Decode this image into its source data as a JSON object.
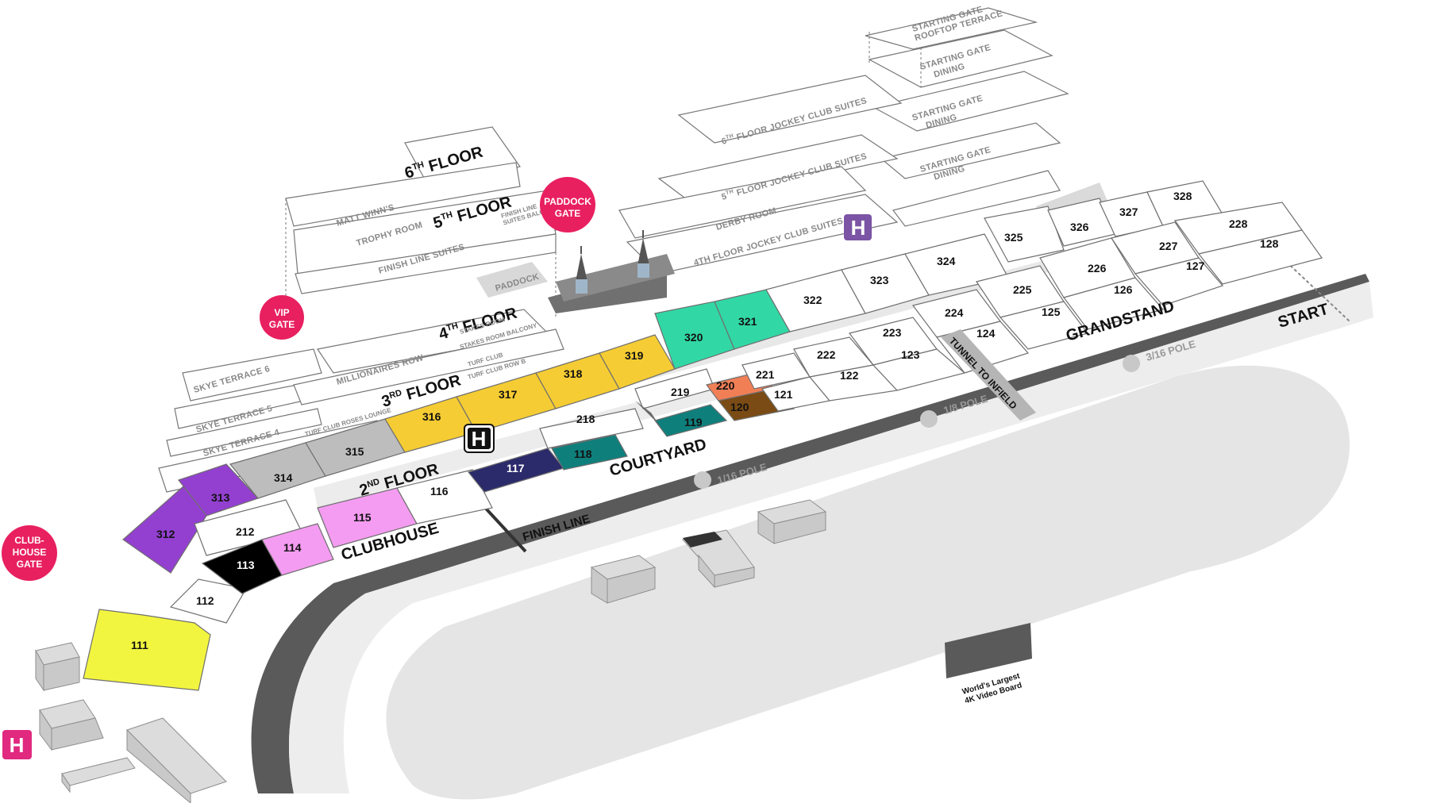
{
  "map": {
    "colors": {
      "yellow_bright": "#f2f53f",
      "gold": "#f5cc33",
      "purple": "#9340d0",
      "pink": "#f49cf1",
      "navy": "#2b2a6b",
      "teal": "#0f7f7c",
      "mint": "#31d8a5",
      "orange": "#f17f56",
      "brown": "#7a4b14",
      "gate_red": "#e8205f",
      "helipad_purple": "#7b54a5",
      "helipad_pink": "#e0297f",
      "gray_section": "#bdbdbd",
      "track": "#5a5a5a",
      "infield": "#e5e5e5"
    },
    "gates": {
      "vip": [
        "VIP",
        "GATE"
      ],
      "paddock": [
        "PADDOCK",
        "GATE"
      ],
      "clubhouse": [
        "CLUB-",
        "HOUSE",
        "GATE"
      ]
    },
    "area_labels": {
      "clubhouse": "CLUBHOUSE",
      "courtyard": "COURTYARD",
      "grandstand": "GRANDSTAND",
      "start": "START",
      "finish_line": "FINISH LINE",
      "tunnel": "TUNNEL TO INFIELD",
      "paddock": "PADDOCK",
      "video_board": [
        "World's Largest",
        "4K Video Board"
      ]
    },
    "poles": {
      "sixteenth": "1/16 POLE",
      "eighth": "1/8 POLE",
      "three_sixteenth": "3/16 POLE"
    },
    "floors": {
      "second": {
        "num": "2",
        "sup": "ND",
        "word": " FLOOR"
      },
      "third": {
        "num": "3",
        "sup": "RD",
        "word": " FLOOR"
      },
      "fourth": {
        "num": "4",
        "sup": "TH",
        "word": " FLOOR"
      },
      "fifth": {
        "num": "5",
        "sup": "TH",
        "word": " FLOOR"
      },
      "sixth": {
        "num": "6",
        "sup": "TH",
        "word": " FLOOR"
      }
    },
    "rooms": {
      "matt_winns": "MATT WINN'S",
      "trophy_room": "TROPHY ROOM",
      "finish_line_suites": "FINISH LINE SUITES",
      "finish_line_balcony": [
        "FINISH LINE",
        "SUITES BALCONY"
      ],
      "millionaires_row": "MILLIONAIRES ROW",
      "stakes_room": "STAKES ROOM",
      "stakes_room_balcony": "STAKES ROOM BALCONY",
      "turf_club": "TURF CLUB",
      "turf_club_row_b": "TURF CLUB ROW B",
      "turf_club_roses_lounge": "TURF CLUB ROSES LOUNGE",
      "skye6": "SKYE TERRACE 6",
      "skye5": "SKYE TERRACE 5",
      "skye4": "SKYE TERRACE 4",
      "jockey6": {
        "num": "6",
        "sup": "TH",
        "word": " FLOOR JOCKEY CLUB SUITES"
      },
      "jockey5": {
        "num": "5",
        "sup": "TH",
        "word": " FLOOR JOCKEY CLUB SUITES"
      },
      "jockey4": "4TH FLOOR JOCKEY CLUB SUITES",
      "derby_room": "DERBY ROOM",
      "sg_rooftop": [
        "STARTING GATE",
        "ROOFTOP TERRACE"
      ],
      "sg_dining1": [
        "STARTING GATE",
        "DINING"
      ],
      "sg_dining2": [
        "STARTING GATE",
        "DINING"
      ],
      "sg_dining3": [
        "STARTING GATE",
        "DINING"
      ]
    },
    "helipad_letter": "H",
    "sections": {
      "s111": "111",
      "s112": "112",
      "s113": "113",
      "s114": "114",
      "s115": "115",
      "s116": "116",
      "s117": "117",
      "s118": "118",
      "s119": "119",
      "s120": "120",
      "s121": "121",
      "s122": "122",
      "s123": "123",
      "s124": "124",
      "s125": "125",
      "s126": "126",
      "s127": "127",
      "s128": "128",
      "s212": "212",
      "s218": "218",
      "s219": "219",
      "s220": "220",
      "s221": "221",
      "s222": "222",
      "s223": "223",
      "s224": "224",
      "s225": "225",
      "s226": "226",
      "s227": "227",
      "s228": "228",
      "s312": "312",
      "s313": "313",
      "s314": "314",
      "s315": "315",
      "s316": "316",
      "s317": "317",
      "s318": "318",
      "s319": "319",
      "s320": "320",
      "s321": "321",
      "s322": "322",
      "s323": "323",
      "s324": "324",
      "s325": "325",
      "s326": "326",
      "s327": "327",
      "s328": "328"
    }
  }
}
